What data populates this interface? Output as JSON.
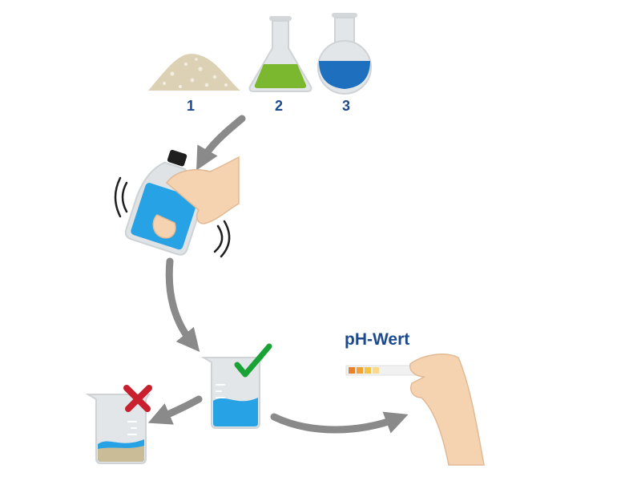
{
  "labels": {
    "step1": "1",
    "step2": "2",
    "step3": "3",
    "ph": "pH-Wert"
  },
  "colors": {
    "text_blue": "#1d4a8c",
    "arrow_gray": "#8a8a8a",
    "soil": "#dcd1b4",
    "green_liquid": "#7cb82f",
    "blue_liquid": "#1e6fbd",
    "water": "#27a2e4",
    "check_green": "#19a337",
    "cross_red": "#c8202e",
    "skin": "#f5d3b0",
    "glass": "#e2e6e9"
  },
  "icons": {
    "soil_pile": "soil-pile-icon",
    "erlenmeyer_flask": "erlenmeyer-flask-icon",
    "round_flask": "round-flask-icon",
    "shaking_bottle": "shaking-bottle-icon",
    "good_beaker": "clear-beaker-icon",
    "bad_beaker": "sediment-beaker-icon",
    "check": "check-icon",
    "cross": "cross-icon",
    "ph_strip": "ph-test-strip-icon"
  }
}
